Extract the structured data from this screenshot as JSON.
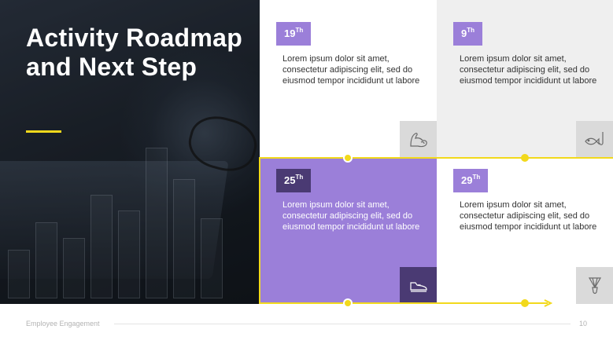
{
  "slide": {
    "title": "Activity Roadmap and Next Step",
    "footer": "Employee Engagement",
    "page_number": "10"
  },
  "steps": [
    {
      "day": "19",
      "suffix": "Th",
      "text": "Lorem ipsum dolor sit amet, consectetur adipiscing elit, sed do eiusmod tempor incididunt ut labore",
      "icon": "flexed-arm-icon"
    },
    {
      "day": "9",
      "suffix": "Th",
      "text": "Lorem ipsum dolor sit amet, consectetur adipiscing elit, sed do eiusmod tempor incididunt ut labore",
      "icon": "fish-hook-icon"
    },
    {
      "day": "25",
      "suffix": "Th",
      "text": "Lorem ipsum dolor sit amet, consectetur adipiscing elit, sed do eiusmod tempor incididunt ut labore",
      "icon": "sneaker-icon"
    },
    {
      "day": "29",
      "suffix": "Th",
      "text": "Lorem ipsum dolor sit amet, consectetur adipiscing elit, sed do eiusmod tempor incididunt ut labore",
      "icon": "shuttlecock-icon"
    }
  ],
  "colors": {
    "accent_purple": "#9b7fd9",
    "dark_purple": "#4a3a73",
    "accent_yellow": "#f2d91c",
    "light_grey": "#efefef"
  }
}
